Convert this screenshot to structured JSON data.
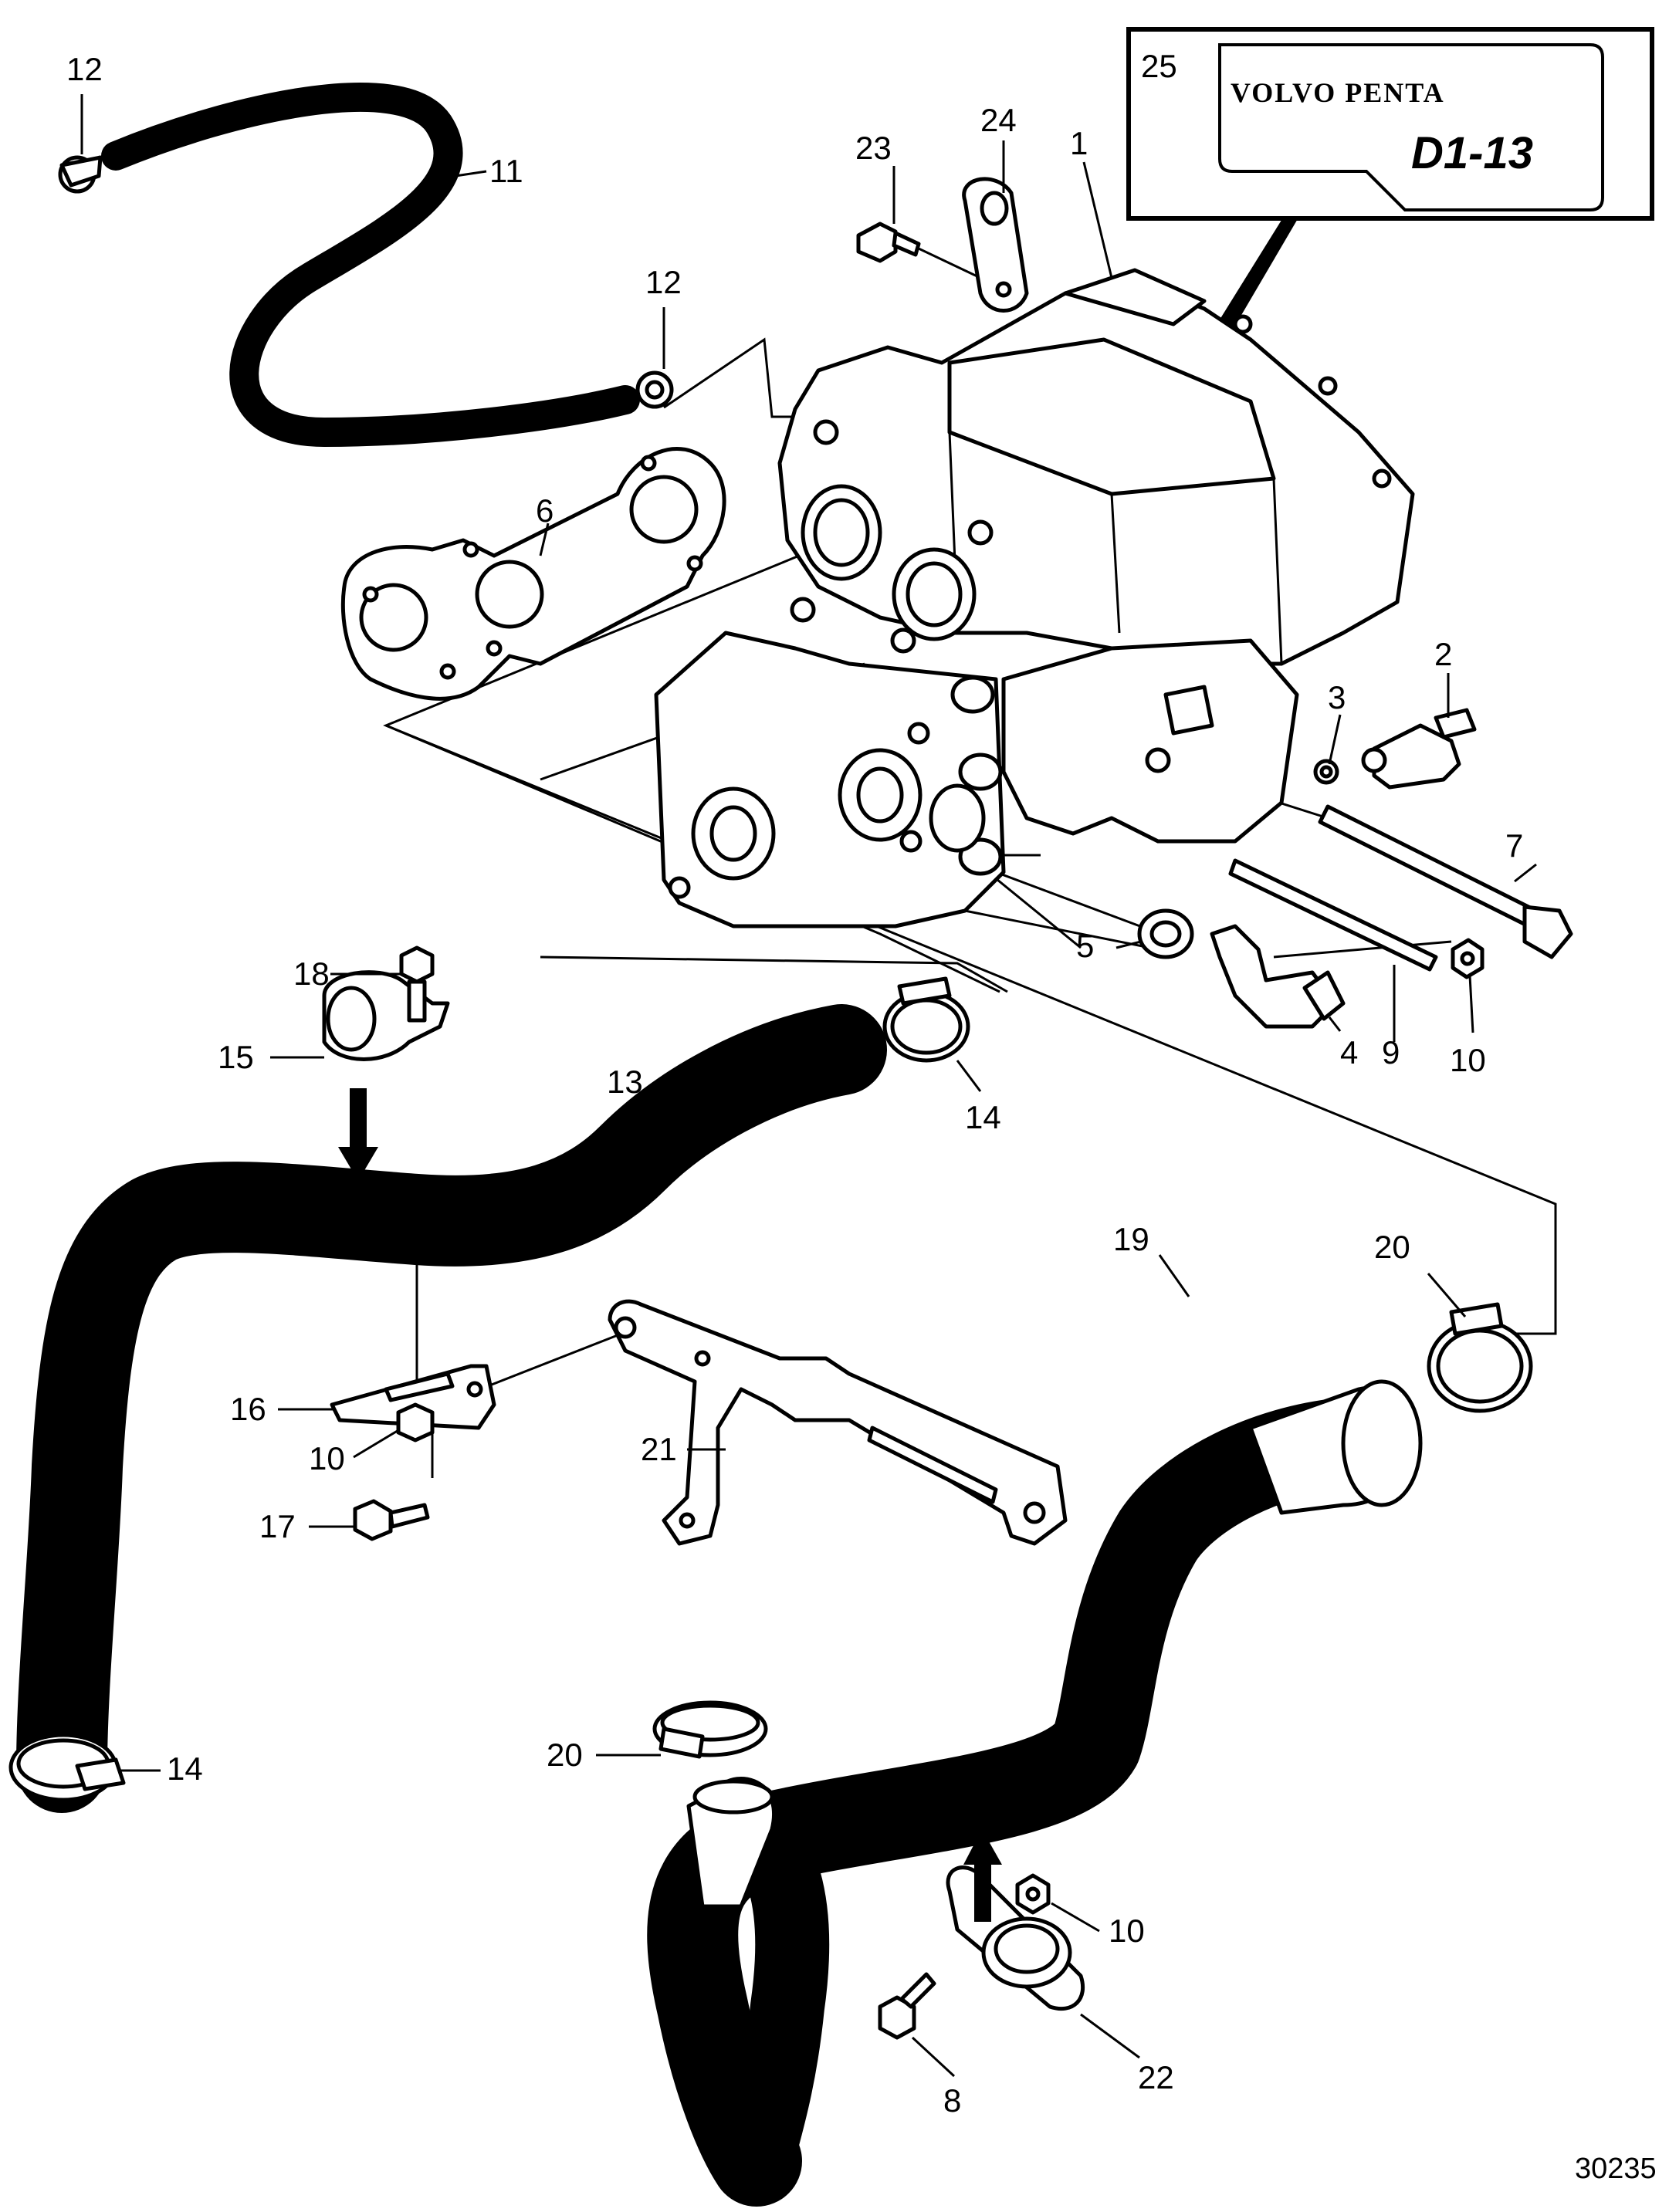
{
  "diagram": {
    "reference_number": "30235",
    "inset": {
      "callout": "25",
      "brand_text": "VOLVO PENTA",
      "model_text": "D1-13"
    },
    "callouts": [
      {
        "id": "c1",
        "text": "1"
      },
      {
        "id": "c2",
        "text": "2"
      },
      {
        "id": "c3",
        "text": "3"
      },
      {
        "id": "c4",
        "text": "4"
      },
      {
        "id": "c5",
        "text": "5"
      },
      {
        "id": "c6",
        "text": "6"
      },
      {
        "id": "c7",
        "text": "7"
      },
      {
        "id": "c8",
        "text": "8"
      },
      {
        "id": "c9",
        "text": "9"
      },
      {
        "id": "c10a",
        "text": "10"
      },
      {
        "id": "c10b",
        "text": "10"
      },
      {
        "id": "c10c",
        "text": "10"
      },
      {
        "id": "c11",
        "text": "11"
      },
      {
        "id": "c12a",
        "text": "12"
      },
      {
        "id": "c12b",
        "text": "12"
      },
      {
        "id": "c13",
        "text": "13"
      },
      {
        "id": "c14a",
        "text": "14"
      },
      {
        "id": "c14b",
        "text": "14"
      },
      {
        "id": "c15",
        "text": "15"
      },
      {
        "id": "c16",
        "text": "16"
      },
      {
        "id": "c17",
        "text": "17"
      },
      {
        "id": "c18",
        "text": "18"
      },
      {
        "id": "c19",
        "text": "19"
      },
      {
        "id": "c20a",
        "text": "20"
      },
      {
        "id": "c20b",
        "text": "20"
      },
      {
        "id": "c21",
        "text": "21"
      },
      {
        "id": "c22",
        "text": "22"
      },
      {
        "id": "c23",
        "text": "23"
      },
      {
        "id": "c24",
        "text": "24"
      }
    ]
  }
}
